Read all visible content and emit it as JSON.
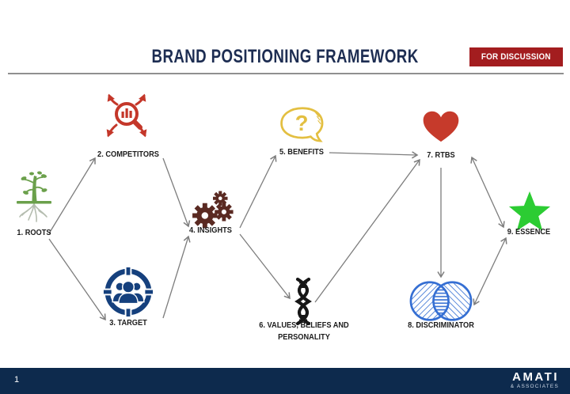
{
  "header": {
    "title": "BRAND POSITIONING FRAMEWORK",
    "badge": "FOR DISCUSSION"
  },
  "nodes": [
    {
      "label": "1. ROOTS",
      "icon": "tree-with-roots-icon"
    },
    {
      "label": "2. COMPETITORS",
      "icon": "magnifier-arrows-icon"
    },
    {
      "label": "3. TARGET",
      "icon": "people-target-icon"
    },
    {
      "label": "4. INSIGHTS",
      "icon": "gears-icon"
    },
    {
      "label": "5. BENEFITS",
      "icon": "question-speech-bubble-icon"
    },
    {
      "label": "6. VALUES, BELIEFS AND PERSONALITY",
      "icon": "dna-icon"
    },
    {
      "label": "7. RTBS",
      "icon": "heart-icon"
    },
    {
      "label": "8. DISCRIMINATOR",
      "icon": "venn-circles-icon"
    },
    {
      "label": "9. ESSENCE",
      "icon": "star-icon"
    }
  ],
  "footer": {
    "page_number": "1",
    "logo_line1": "AMATI",
    "logo_line2": "& ASSOCIATES"
  },
  "colors": {
    "navy_title": "#1d2d52",
    "badge_red": "#a31d1f",
    "comp_red": "#c4372a",
    "roots_green": "#6ba04b",
    "roots_gray": "#b5bdb0",
    "target_blue": "#15407d",
    "insights_maroon": "#5a2a22",
    "benefits_yellow": "#e3bf41",
    "values_black": "#161616",
    "rtbs_red": "#c63a2b",
    "disc_blue": "#356fd3",
    "essence_green": "#2ccc33",
    "arrow_gray": "#7d7d7d",
    "footer_navy": "#0d2a4d",
    "label_dark": "#1c1c1c"
  }
}
